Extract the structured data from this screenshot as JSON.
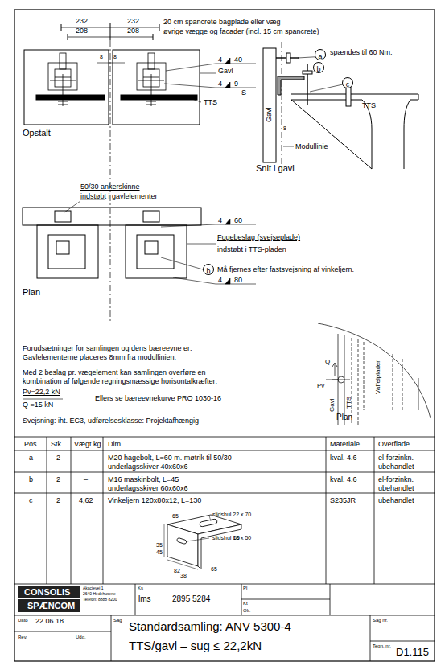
{
  "diagram": {
    "nodes": [
      {
        "text": [
          "a"
        ]
      },
      {
        "text": [
          "b"
        ]
      },
      {
        "text": [
          "c"
        ]
      },
      {
        "text": [
          "b"
        ]
      }
    ],
    "labels": [
      "232",
      "232",
      "208",
      "208",
      "20 cm spancrete bagplade eller væg",
      "øvrige vægge og facader (incl. 15 cm spancrete)",
      "8",
      "8",
      "4",
      "40",
      "Gavl",
      "4",
      "9",
      "S",
      "TTS",
      "Opstalt",
      "spændes til 60 Nm.",
      "Gavl",
      "8",
      "Modullinie",
      "TTS",
      "Snit i gavl",
      "50/30 ankerskinne",
      "indstøbt i gavlelementer",
      "4",
      "60",
      "Fugebeslag (svejseplade)",
      "indstøbt i TTS-pladen",
      "Må fjernes efter fastsvejsning af vinkeljern.",
      "4",
      "80",
      "Plan",
      "Forudsætninger for samlingen og dens bæreevne er:",
      "Gavlelementerne placeres 8mm fra modullinien.",
      "Med 2 beslag pr. vægelement kan samlingen overføre en",
      "kombination af følgende regningsmæssige horisontalkræfter:",
      "Pv=22,2 kN",
      "Q =15 kN",
      "Ellers se bæreevnekurve PRO 1030-16",
      "Svejsning: iht. EC3, udførelsesklasse: Projektafhængig",
      "Q",
      "Pv",
      "Gavl",
      "TTS",
      "Vaffelplader",
      "Plan",
      "Pos.",
      "Stk.",
      "Vægt kg",
      "Dim",
      "Materiale",
      "Overflade",
      "a",
      "2",
      "–",
      "M20 hagebolt, L=60 m. møtrik til 50/30",
      "underlagsskiver 40x60x6",
      "kval. 4.6",
      "el-forzinkn.",
      "ubehandlet",
      "b",
      "2",
      "–",
      "M16 maskinbolt, L=45",
      "underlagsskiver 60x60x6",
      "kval. 4.6",
      "el-forzinkn.",
      "ubehandlet",
      "c",
      "2",
      "4,62",
      "Vinkeljern 120x80x12, L=130",
      "S235JR",
      "ubehandlet",
      "65",
      "slidshul 22 x 70",
      "slidshul 18 x 50",
      "35",
      "45",
      "82",
      "38",
      "65",
      "65",
      "CONSOLIS",
      "SPÆNCOM",
      "Akacievej 1",
      "2640 Hedehusene",
      "Telefon: 8888 8200",
      "Ks",
      "lms",
      "2895 5284",
      "Pl",
      "Kt",
      "Ok.",
      "Dato",
      "22.06.18",
      "Rev.",
      "Udg.",
      "Sag",
      "Standardsamling: ANV 5300-4",
      "TTS/gavl  –  sug ≤ 22,2kN",
      "Sag nr.",
      "Tegn. nr.",
      "D1.115"
    ]
  }
}
